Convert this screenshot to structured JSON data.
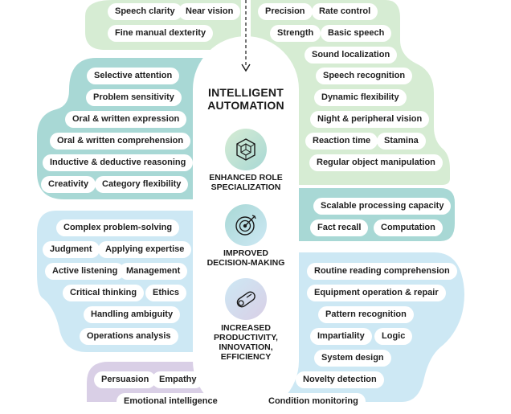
{
  "colors": {
    "green": "#d6ecd3",
    "teal": "#a8d8d5",
    "blue": "#cde8f4",
    "purple": "#d9cfe6",
    "center_bg": "#ffffff",
    "text": "#1a1a1a"
  },
  "center": {
    "title_line1": "INTELLIGENT",
    "title_line2": "AUTOMATION",
    "benefits": [
      {
        "line1": "ENHANCED ROLE",
        "line2": "SPECIALIZATION",
        "line3": "",
        "line4": "",
        "icon": "cube-icon"
      },
      {
        "line1": "IMPROVED",
        "line2": "DECISION-MAKING",
        "line3": "",
        "line4": "",
        "icon": "target-icon"
      },
      {
        "line1": "INCREASED",
        "line2": "PRODUCTIVITY,",
        "line3": "INNOVATION,",
        "line4": "EFFICIENCY",
        "icon": "gear-bolt-icon"
      }
    ]
  },
  "left": {
    "top_green": [
      "Speech clarity",
      "Near vision",
      "Fine manual dexterity"
    ],
    "teal": [
      "Selective attention",
      "Problem sensitivity",
      "Oral & written expression",
      "Oral & written comprehension",
      "Inductive & deductive reasoning",
      "Creativity",
      "Category flexibility"
    ],
    "blue": [
      "Complex problem-solving",
      "Judgment",
      "Applying expertise",
      "Active listening",
      "Management",
      "Critical thinking",
      "Ethics",
      "Handling ambiguity",
      "Operations analysis"
    ],
    "purple": [
      "Persuasion",
      "Empathy",
      "Emotional intelligence"
    ]
  },
  "right": {
    "green": [
      "Precision",
      "Rate control",
      "Strength",
      "Basic speech",
      "Sound localization",
      "Speech recognition",
      "Dynamic flexibility",
      "Night & peripheral vision",
      "Reaction time",
      "Stamina",
      "Regular object manipulation"
    ],
    "teal": [
      "Scalable processing capacity",
      "Fact recall",
      "Computation"
    ],
    "blue": [
      "Routine reading comprehension",
      "Equipment operation & repair",
      "Pattern recognition",
      "Impartiality",
      "Logic",
      "System design",
      "Novelty detection",
      "Condition monitoring"
    ]
  }
}
